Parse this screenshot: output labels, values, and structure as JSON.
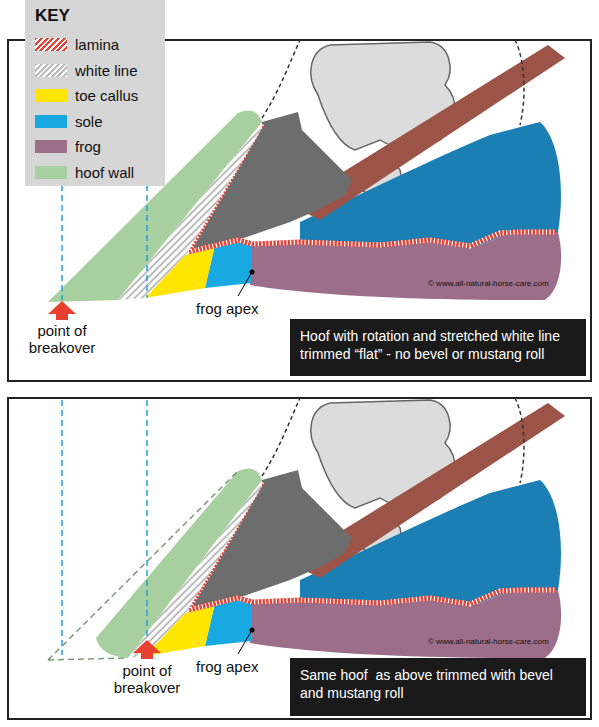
{
  "diagram": {
    "nodes": [
      {
        "text": [
          "Hoof with rotation and stretched white line trimmed “flat” - no bevel or mustang roll"
        ]
      },
      {
        "text": [
          "Same hoof  as above trimmed with bevel and mustang roll"
        ]
      }
    ],
    "labels": [
      "KEY",
      "point of breakover",
      "frog apex",
      "© www.all-natural-horse-care.com",
      "point of breakover",
      "frog apex",
      "© www.all-natural-horse-care.com"
    ],
    "legend": [
      {
        "text": "lamina"
      },
      {
        "text": "white line"
      },
      {
        "text": "toe callus",
        "color": "#ffe500"
      },
      {
        "text": "sole",
        "color": "#18a9e3"
      },
      {
        "text": "frog",
        "color": "#9d6e89"
      },
      {
        "text": "hoof wall",
        "color": "#a8cfa0"
      }
    ]
  }
}
